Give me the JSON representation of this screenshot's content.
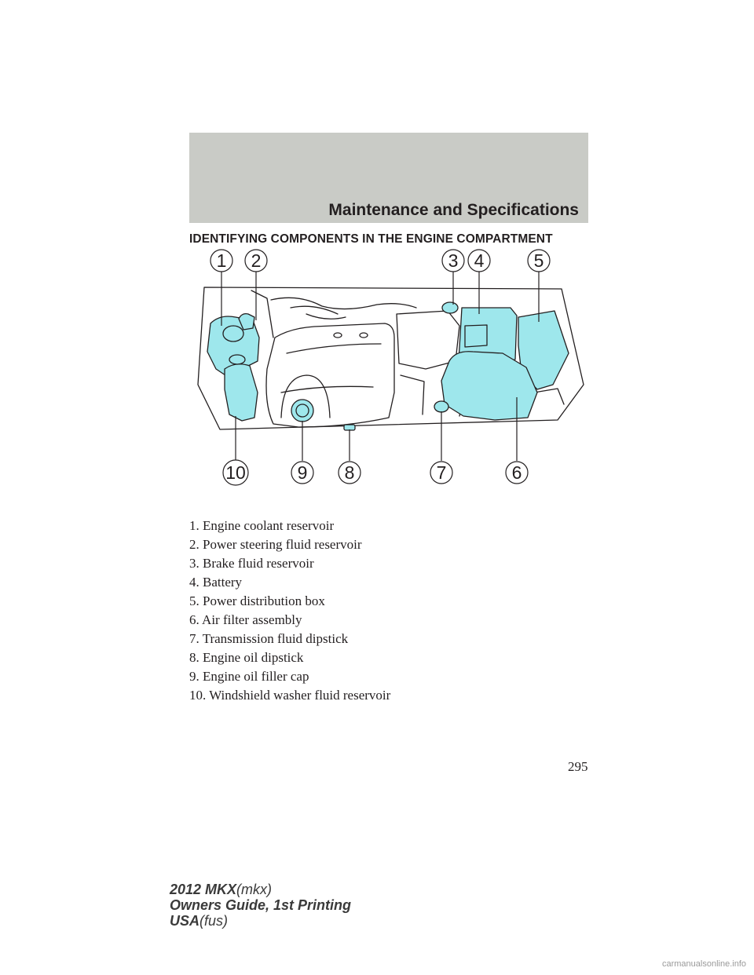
{
  "header": {
    "section_title": "Maintenance and Specifications"
  },
  "heading": "IDENTIFYING COMPONENTS IN THE ENGINE COMPARTMENT",
  "diagram": {
    "callouts": [
      "1",
      "2",
      "3",
      "4",
      "5",
      "6",
      "7",
      "8",
      "9",
      "10"
    ],
    "highlight_color": "#9ee7ec",
    "line_color": "#231f20"
  },
  "components": [
    "1. Engine coolant reservoir",
    "2. Power steering fluid reservoir",
    "3. Brake fluid reservoir",
    "4. Battery",
    "5. Power distribution box",
    "6. Air filter assembly",
    "7. Transmission fluid dipstick",
    "8. Engine oil dipstick",
    "9. Engine oil filler cap",
    "10. Windshield washer fluid reservoir"
  ],
  "page_number": "295",
  "footer": {
    "line1_bold": "2012 MKX",
    "line1_italic": "(mkx)",
    "line2": "Owners Guide, 1st Printing",
    "line3_bold": "USA",
    "line3_italic": "(fus)"
  },
  "watermark": "carmanualsonline.info"
}
